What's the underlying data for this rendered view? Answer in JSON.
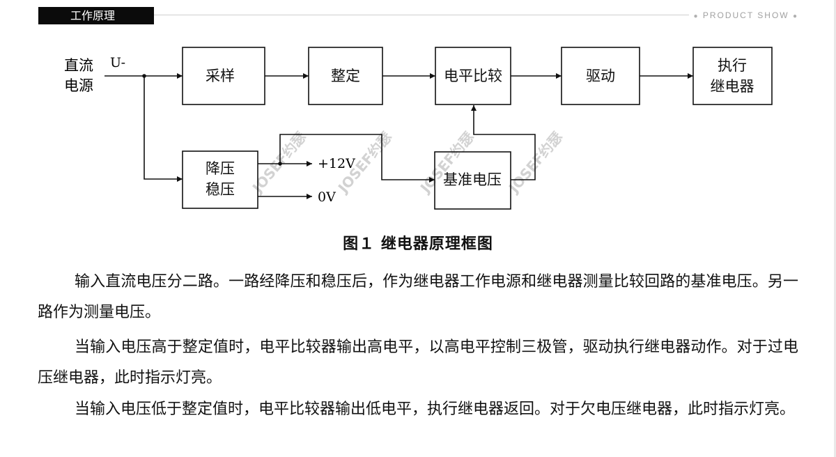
{
  "header": {
    "tab_label": "工作原理",
    "product_show": "PRODUCT SHOW"
  },
  "diagram": {
    "input_label_line1": "直流",
    "input_label_line2": "电源",
    "input_voltage": "U-",
    "blocks": {
      "sampling": "采样",
      "setting": "整定",
      "comparator": "电平比较",
      "drive": "驱动",
      "relay_line1": "执行",
      "relay_line2": "继电器",
      "regulator_line1": "降压",
      "regulator_line2": "稳压",
      "reference": "基准电压"
    },
    "out_plus": "+12V",
    "out_zero": "0V",
    "watermark": "JOSEF约瑟"
  },
  "caption": "图１  继电器原理框图",
  "paragraphs": [
    "输入直流电压分二路。一路经降压和稳压后，作为继电器工作电源和继电器测量比较回路的基准电压。另一路作为测量电压。",
    "当输入电压高于整定值时，电平比较器输出高电平，以高电平控制三极管，驱动执行继电器动作。对于过电压继电器，此时指示灯亮。",
    "当输入电压低于整定值时，电平比较器输出低电平，执行继电器返回。对于欠电压继电器，此时指示灯亮。"
  ]
}
